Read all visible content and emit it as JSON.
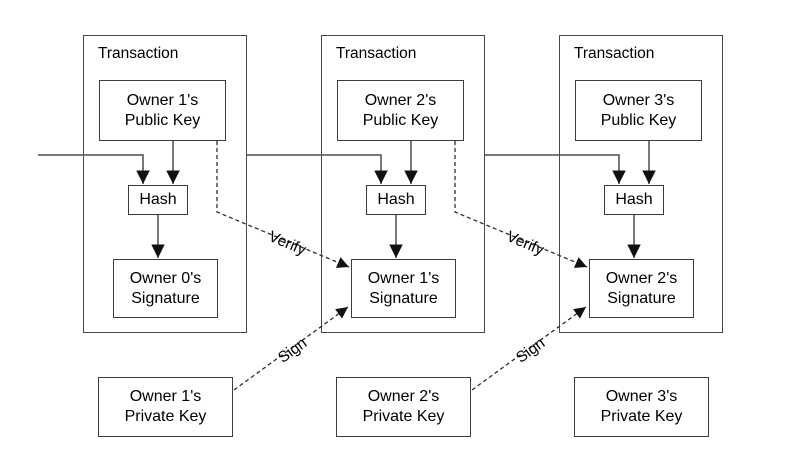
{
  "colors": {
    "background": "#ffffff",
    "line": "#4d4d4d",
    "arrowhead": "#111111",
    "text": "#000000"
  },
  "transactions": [
    {
      "label": "Transaction",
      "public_key": {
        "line1": "Owner 1's",
        "line2": "Public Key"
      },
      "hash": "Hash",
      "signature": {
        "line1": "Owner 0's",
        "line2": "Signature"
      }
    },
    {
      "label": "Transaction",
      "public_key": {
        "line1": "Owner 2's",
        "line2": "Public Key"
      },
      "hash": "Hash",
      "signature": {
        "line1": "Owner 1's",
        "line2": "Signature"
      }
    },
    {
      "label": "Transaction",
      "public_key": {
        "line1": "Owner 3's",
        "line2": "Public Key"
      },
      "hash": "Hash",
      "signature": {
        "line1": "Owner 2's",
        "line2": "Signature"
      }
    }
  ],
  "private_keys": [
    {
      "line1": "Owner 1's",
      "line2": "Private Key"
    },
    {
      "line1": "Owner 2's",
      "line2": "Private Key"
    },
    {
      "line1": "Owner 3's",
      "line2": "Private Key"
    }
  ],
  "edge_labels": {
    "verify_1": "Verify",
    "verify_2": "Verify",
    "sign_1": "Sign",
    "sign_2": "Sign"
  }
}
